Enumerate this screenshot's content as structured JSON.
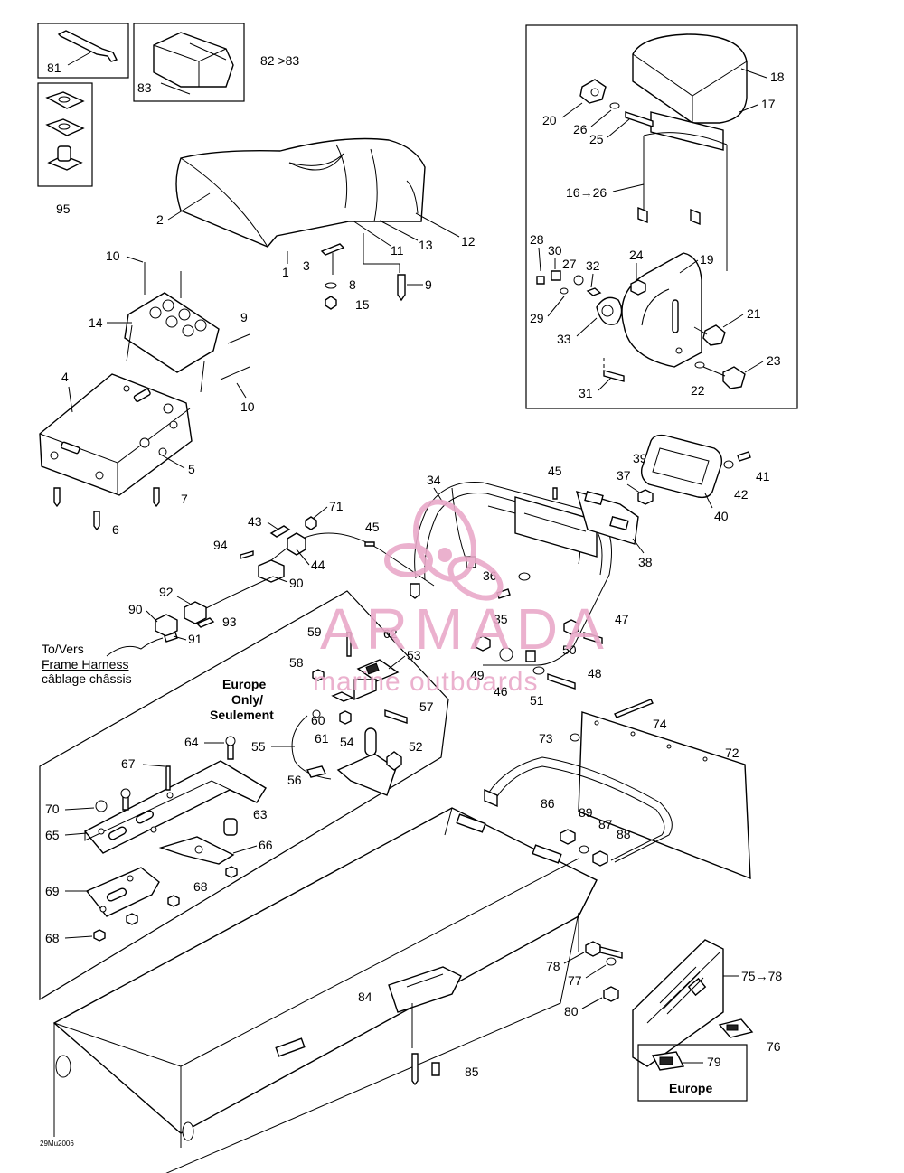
{
  "labels": {
    "frame_harness_1": "To/Vers",
    "frame_harness_2": "Frame Harness",
    "frame_harness_3": "câblage châssis",
    "europe_only_1": "Europe",
    "europe_only_2": "Only/",
    "europe_only_3": "Seulement",
    "europe_box": "Europe",
    "code": "29Mu2006"
  },
  "watermark": {
    "brand": "ARMADA",
    "tagline": "marine outboards",
    "color": "#e9a9c9"
  },
  "callouts": {
    "c1": "1",
    "c2": "2",
    "c3": "3",
    "c4": "4",
    "c5": "5",
    "c6": "6",
    "c7": "7",
    "c8": "8",
    "c9a": "9",
    "c9b": "9",
    "c10a": "10",
    "c10b": "10",
    "c11": "11",
    "c12": "12",
    "c13": "13",
    "c14": "14",
    "c15": "15",
    "c16": "16→26",
    "c17": "17",
    "c18": "18",
    "c19": "19",
    "c20": "20",
    "c21": "21",
    "c22": "22",
    "c23": "23",
    "c24": "24",
    "c25": "25",
    "c26": "26",
    "c27": "27",
    "c28": "28",
    "c29": "29",
    "c30": "30",
    "c31": "31",
    "c32": "32",
    "c33": "33",
    "c34": "34",
    "c35": "35",
    "c36": "36",
    "c37": "37",
    "c38": "38",
    "c39": "39",
    "c40": "40",
    "c41": "41",
    "c42": "42",
    "c43": "43",
    "c44": "44",
    "c45a": "45",
    "c45b": "45",
    "c46": "46",
    "c47": "47",
    "c48": "48",
    "c49": "49",
    "c50": "50",
    "c51": "51",
    "c52": "52",
    "c53": "53",
    "c54": "54",
    "c55": "55",
    "c56": "56",
    "c57": "57",
    "c58": "58",
    "c59": "59",
    "c60": "60",
    "c61": "61",
    "c62": "62",
    "c63": "63",
    "c64": "64",
    "c65": "65",
    "c66": "66",
    "c67": "67",
    "c68a": "68",
    "c68b": "68",
    "c69": "69",
    "c70": "70",
    "c72": "72",
    "c73": "73",
    "c74": "74",
    "c75": "75→78",
    "c76": "76",
    "c77": "77",
    "c78": "78",
    "c79": "79",
    "c80": "80",
    "c81": "81",
    "c82": "82 >83",
    "c83": "83",
    "c84": "84",
    "c85": "85",
    "c86": "86",
    "c87": "87",
    "c88": "88",
    "c89": "89",
    "c90a": "90",
    "c90b": "90",
    "c91": "91",
    "c92": "92",
    "c93": "93",
    "c94": "94",
    "c95": "95",
    "c71": "71"
  }
}
